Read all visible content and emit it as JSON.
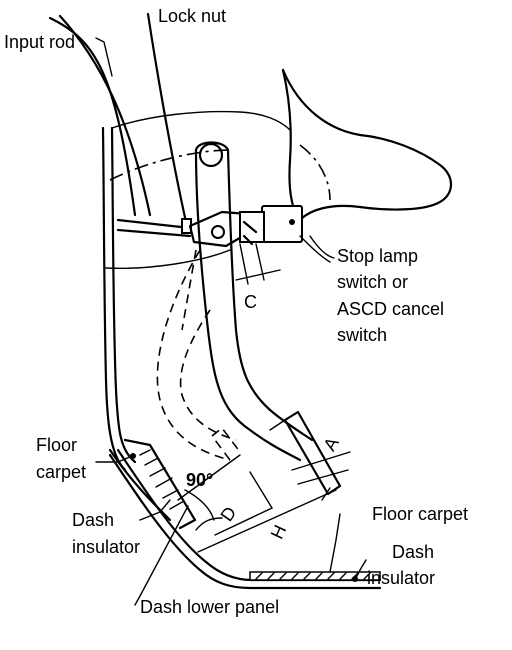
{
  "labels": {
    "lock_nut": "Lock nut",
    "input_rod": "Input rod",
    "stop_lamp_line1": "Stop lamp",
    "stop_lamp_line2": "switch or",
    "stop_lamp_line3": "ASCD cancel",
    "stop_lamp_line4": "switch",
    "floor_carpet_left_line1": "Floor",
    "floor_carpet_left_line2": "carpet",
    "dash_insulator_left_line1": "Dash",
    "dash_insulator_left_line2": "insulator",
    "floor_carpet_right": "Floor carpet",
    "dash_insulator_right_line1": "Dash",
    "dash_insulator_right_line2": "insulator",
    "dash_lower_panel": "Dash lower panel"
  },
  "dimensions": {
    "a": "A",
    "c": "C",
    "d": "D",
    "h": "H",
    "angle": "90°"
  }
}
